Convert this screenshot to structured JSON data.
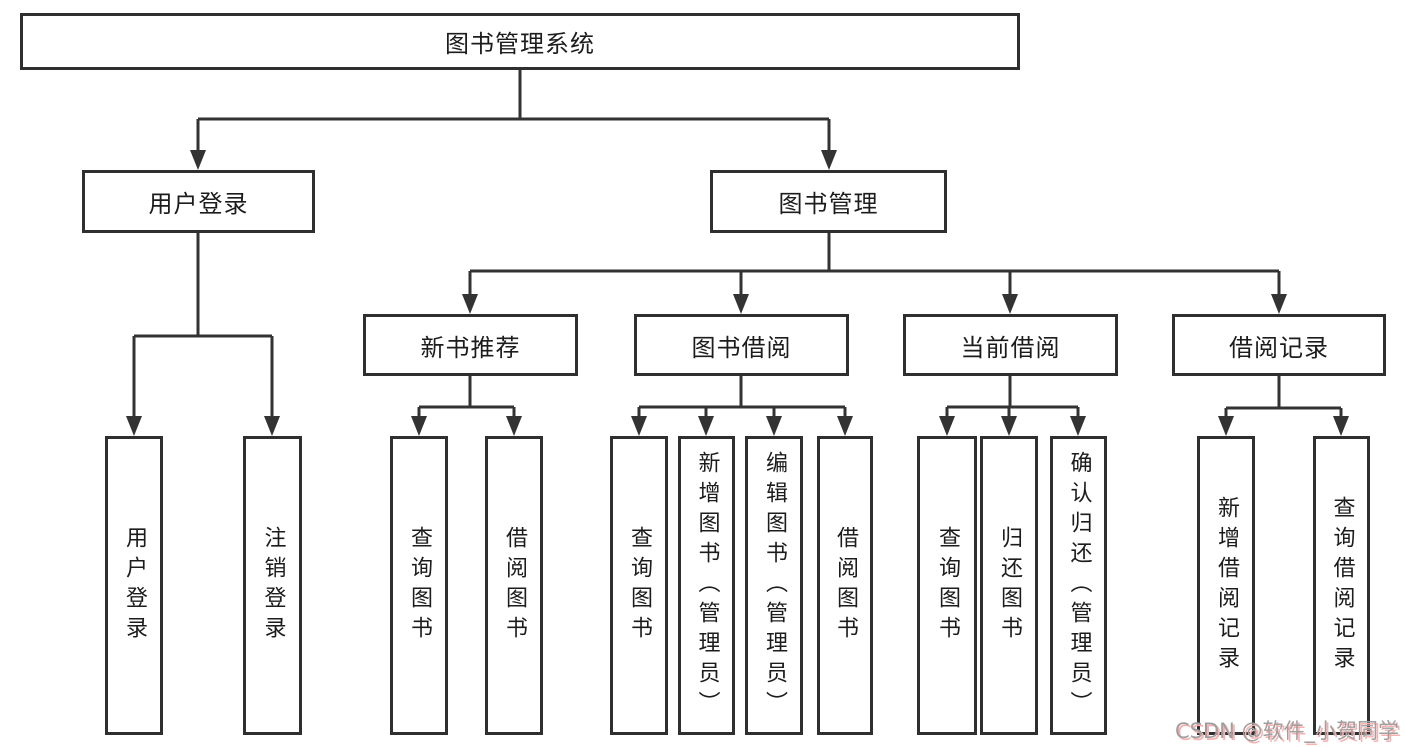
{
  "tree": {
    "root": "图书管理系统",
    "user_login": {
      "label": "用户登录",
      "children": {
        "user_login": "用户登录",
        "logout": "注销登录"
      }
    },
    "book_mgmt": {
      "label": "图书管理",
      "recommend": {
        "label": "新书推荐",
        "children": {
          "query_book": "查询图书",
          "borrow_book": "借阅图书"
        }
      },
      "borrow": {
        "label": "图书借阅",
        "children": {
          "query_book": "查询图书",
          "add_book": "新增图书（管理员）",
          "edit_book": "编辑图书（管理员）",
          "borrow_book": "借阅图书"
        }
      },
      "current": {
        "label": "当前借阅",
        "children": {
          "query_book": "查询图书",
          "return_book": "归还图书",
          "confirm_return": "确认归还（管理员）"
        }
      },
      "records": {
        "label": "借阅记录",
        "children": {
          "add_record": "新增借阅记录",
          "query_record": "查询借阅记录"
        }
      }
    }
  },
  "watermark": "CSDN @软件_小贺同学",
  "colors": {
    "line": "#333333",
    "box_border": "#2f2f2f",
    "text": "#1c1c1c",
    "background": "#ffffff",
    "watermark_text": "#9f9f9f",
    "watermark_shadow": "#f8b1b1"
  }
}
